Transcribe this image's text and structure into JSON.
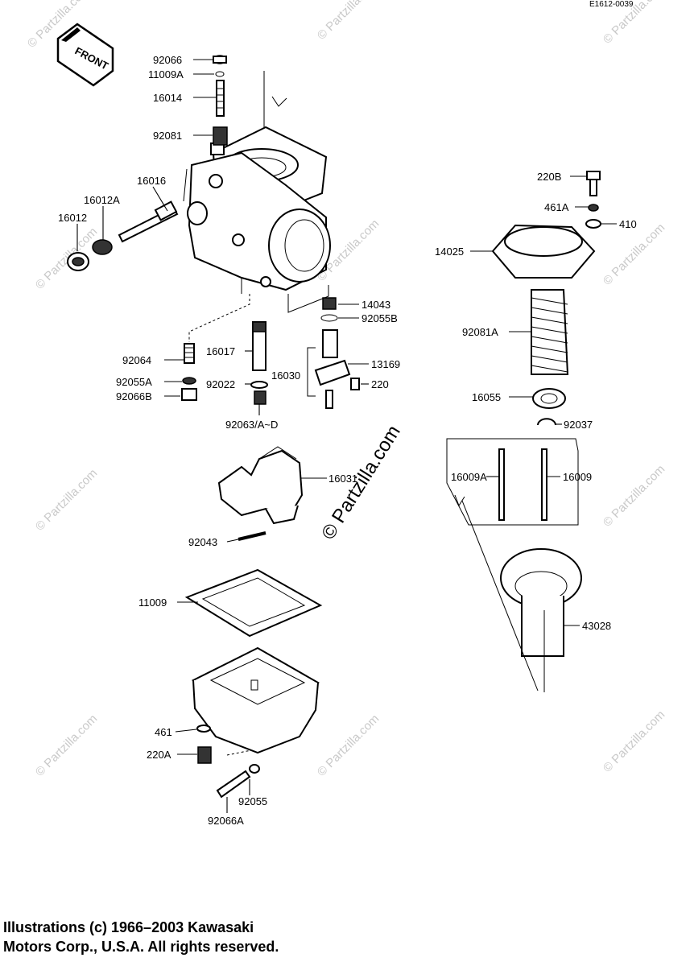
{
  "diagram_code": "E1612-0039",
  "front_label": "FRONT",
  "parts": [
    {
      "id": "p92066",
      "label": "92066"
    },
    {
      "id": "p11009A",
      "label": "11009A"
    },
    {
      "id": "p16014",
      "label": "16014"
    },
    {
      "id": "p92081",
      "label": "92081"
    },
    {
      "id": "p16016",
      "label": "16016"
    },
    {
      "id": "p16012A",
      "label": "16012A"
    },
    {
      "id": "p16012",
      "label": "16012"
    },
    {
      "id": "p14043",
      "label": "14043"
    },
    {
      "id": "p92055B",
      "label": "92055B"
    },
    {
      "id": "p92064",
      "label": "92064"
    },
    {
      "id": "p16017",
      "label": "16017"
    },
    {
      "id": "p13169",
      "label": "13169"
    },
    {
      "id": "p16030",
      "label": "16030"
    },
    {
      "id": "p220",
      "label": "220"
    },
    {
      "id": "p92055A",
      "label": "92055A"
    },
    {
      "id": "p92022",
      "label": "92022"
    },
    {
      "id": "p92066B",
      "label": "92066B"
    },
    {
      "id": "p92063",
      "label": "92063/A~D"
    },
    {
      "id": "p16031",
      "label": "16031"
    },
    {
      "id": "p92043",
      "label": "92043"
    },
    {
      "id": "p11009",
      "label": "11009"
    },
    {
      "id": "p461",
      "label": "461"
    },
    {
      "id": "p220A",
      "label": "220A"
    },
    {
      "id": "p92055",
      "label": "92055"
    },
    {
      "id": "p92066A",
      "label": "92066A"
    },
    {
      "id": "p220B",
      "label": "220B"
    },
    {
      "id": "p461A",
      "label": "461A"
    },
    {
      "id": "p410",
      "label": "410"
    },
    {
      "id": "p14025",
      "label": "14025"
    },
    {
      "id": "p92081A",
      "label": "92081A"
    },
    {
      "id": "p16055",
      "label": "16055"
    },
    {
      "id": "p92037",
      "label": "92037"
    },
    {
      "id": "p16009A",
      "label": "16009A"
    },
    {
      "id": "p16009",
      "label": "16009"
    },
    {
      "id": "p43028",
      "label": "43028"
    }
  ],
  "watermark": "© Partzilla.com",
  "watermark_center": "© Partzilla.com",
  "copyright_line1": "Illustrations (c) 1966–2003 Kawasaki",
  "copyright_line2": "Motors Corp., U.S.A.  All rights reserved."
}
